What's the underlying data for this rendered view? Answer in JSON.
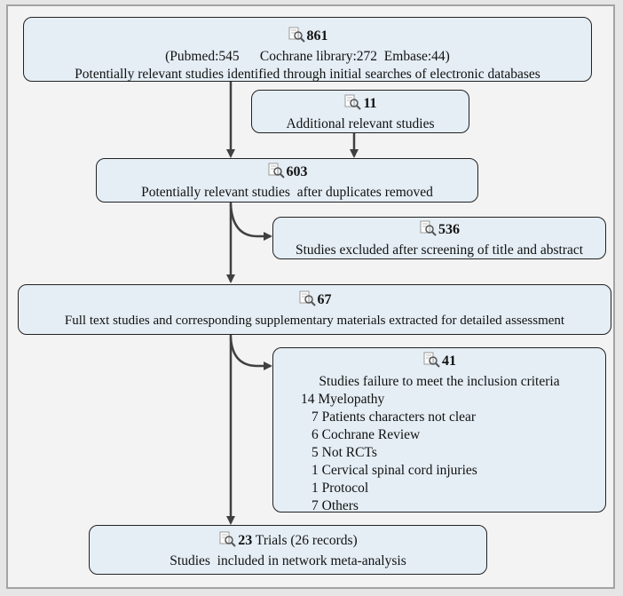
{
  "boxes": {
    "identified": {
      "count": "861",
      "breakdown": "(Pubmed:545      Cochrane library:272  Embase:44)",
      "text": "Potentially relevant studies identified through initial searches of electronic databases"
    },
    "additional": {
      "count": "11",
      "text": "Additional relevant studies"
    },
    "deduplicated": {
      "count": "603",
      "text": "Potentially relevant studies  after duplicates removed"
    },
    "excluded_screening": {
      "count": "536",
      "text": "Studies excluded after screening of title and abstract"
    },
    "fulltext": {
      "count": "67",
      "text": "Full text studies and corresponding supplementary materials extracted for detailed assessment"
    },
    "excluded_fulltext": {
      "count": "41",
      "text": "Studies failure to meet the inclusion criteria",
      "reasons": [
        "14 Myelopathy",
        "7 Patients characters not clear",
        "6 Cochrane Review",
        "5 Not RCTs",
        "1 Cervical spinal cord injuries",
        "1 Protocol",
        "7 Others"
      ]
    },
    "included": {
      "count": "23",
      "count_suffix": " Trials (26 records)",
      "text": "Studies  included in network meta-analysis"
    }
  },
  "colors": {
    "box_fill": "#e5eef5",
    "box_border": "#222222",
    "arrow": "#404040",
    "background": "#f3f3f3"
  },
  "icons": [
    "search-document-icon"
  ]
}
